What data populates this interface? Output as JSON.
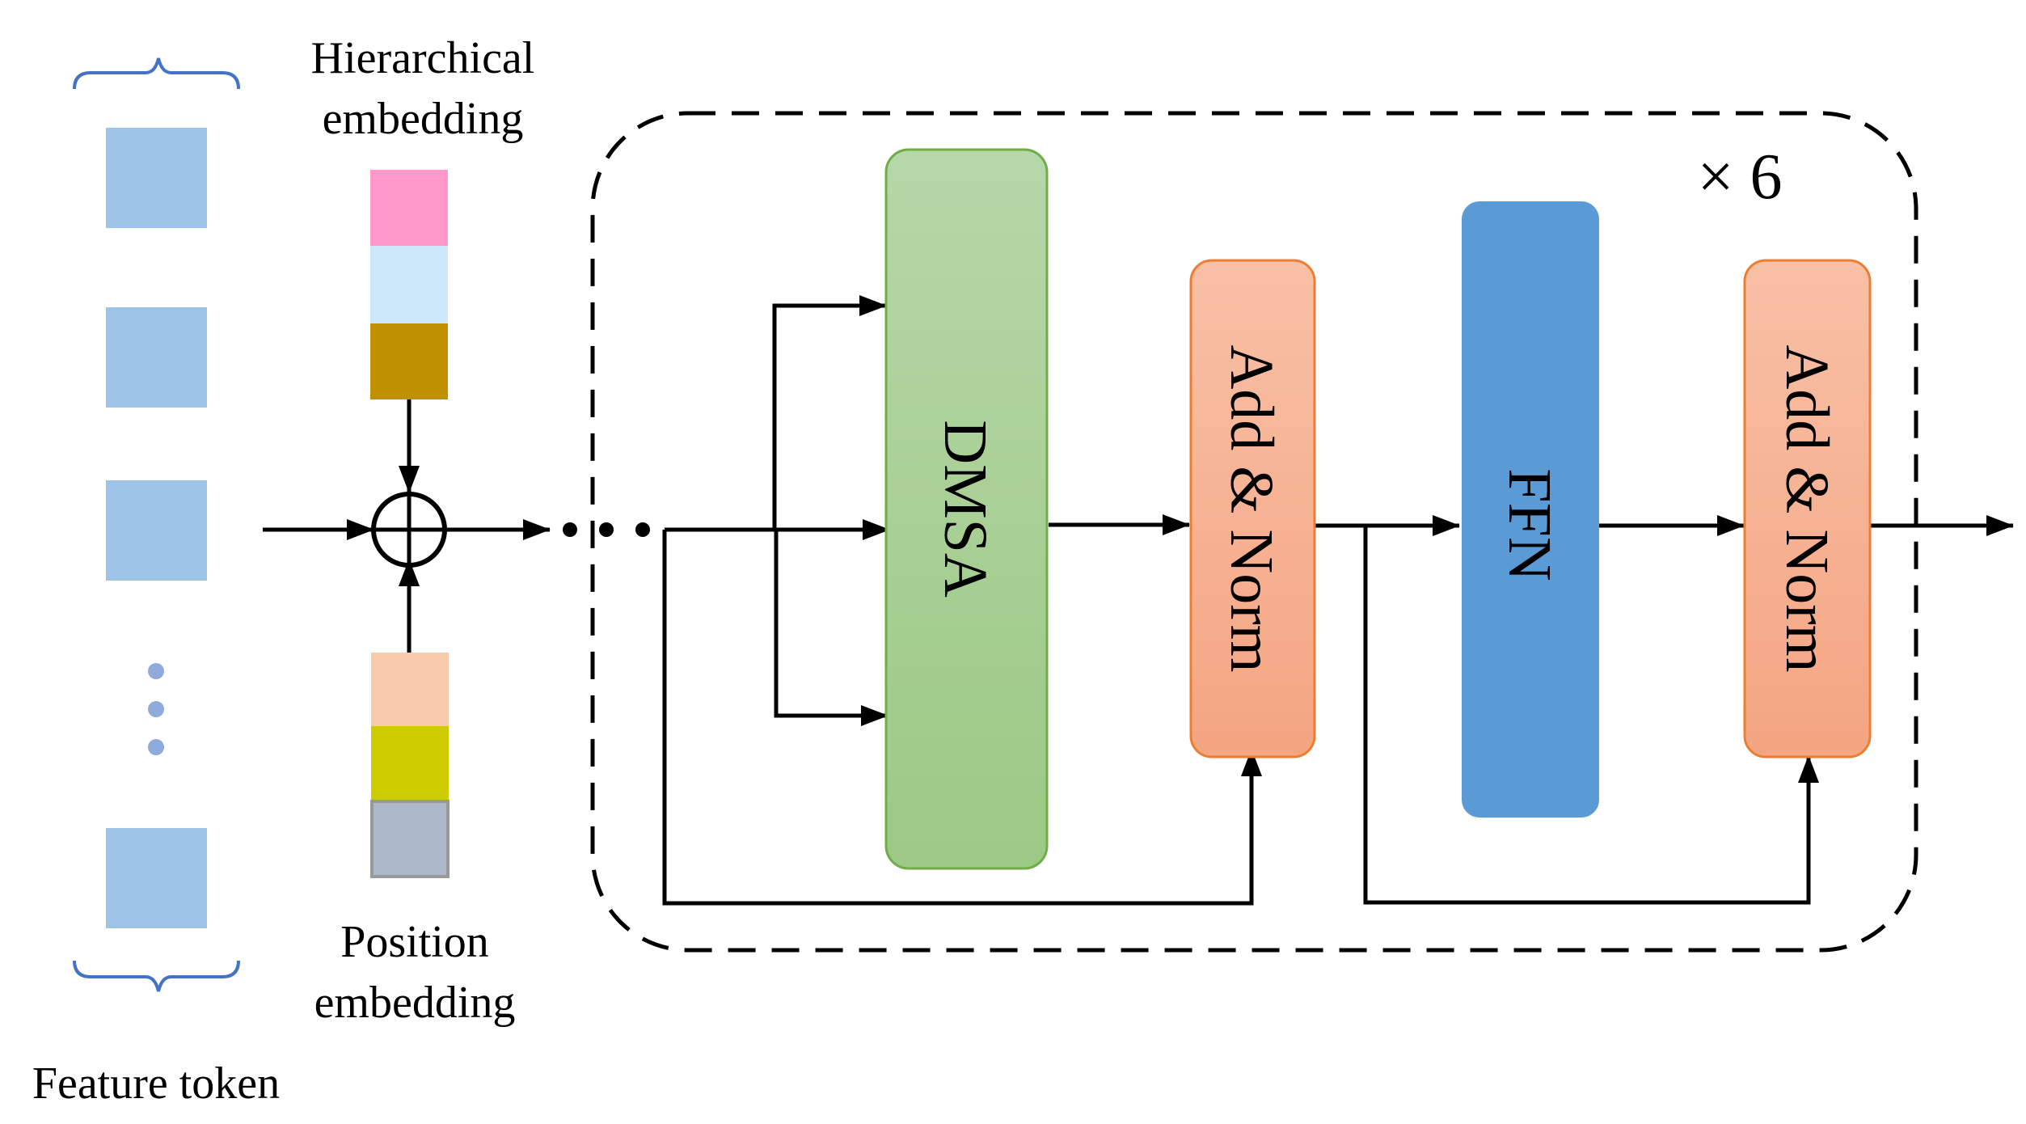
{
  "labels": {
    "hierarchical_line1": "Hierarchical",
    "hierarchical_line2": "embedding",
    "position_line1": "Position",
    "position_line2": "embedding",
    "feature_token": "Feature token",
    "repeat": "× 6",
    "dmsa": "DMSA",
    "add_norm_1": "Add & Norm",
    "ffn": "FFN",
    "add_norm_2": "Add & Norm"
  },
  "colors": {
    "token": "#9dc3e6",
    "brace": "#4472c4",
    "dots": "#8faadc",
    "hier_pink": "#ff99cc",
    "hier_lightblue": "#cce8fa",
    "hier_brown": "#bf9000",
    "pos_peach": "#f8cbad",
    "pos_olive": "#cccc00",
    "pos_gray": "#adb9ca",
    "dmsa_top": "#b6d7a8",
    "dmsa_bottom": "#9cc985",
    "dmsa_stroke": "#70ad47",
    "addnorm_top": "#f8c0a6",
    "addnorm_bottom": "#f4a582",
    "addnorm_stroke": "#ed7d31",
    "ffn": "#5b9bd5"
  }
}
